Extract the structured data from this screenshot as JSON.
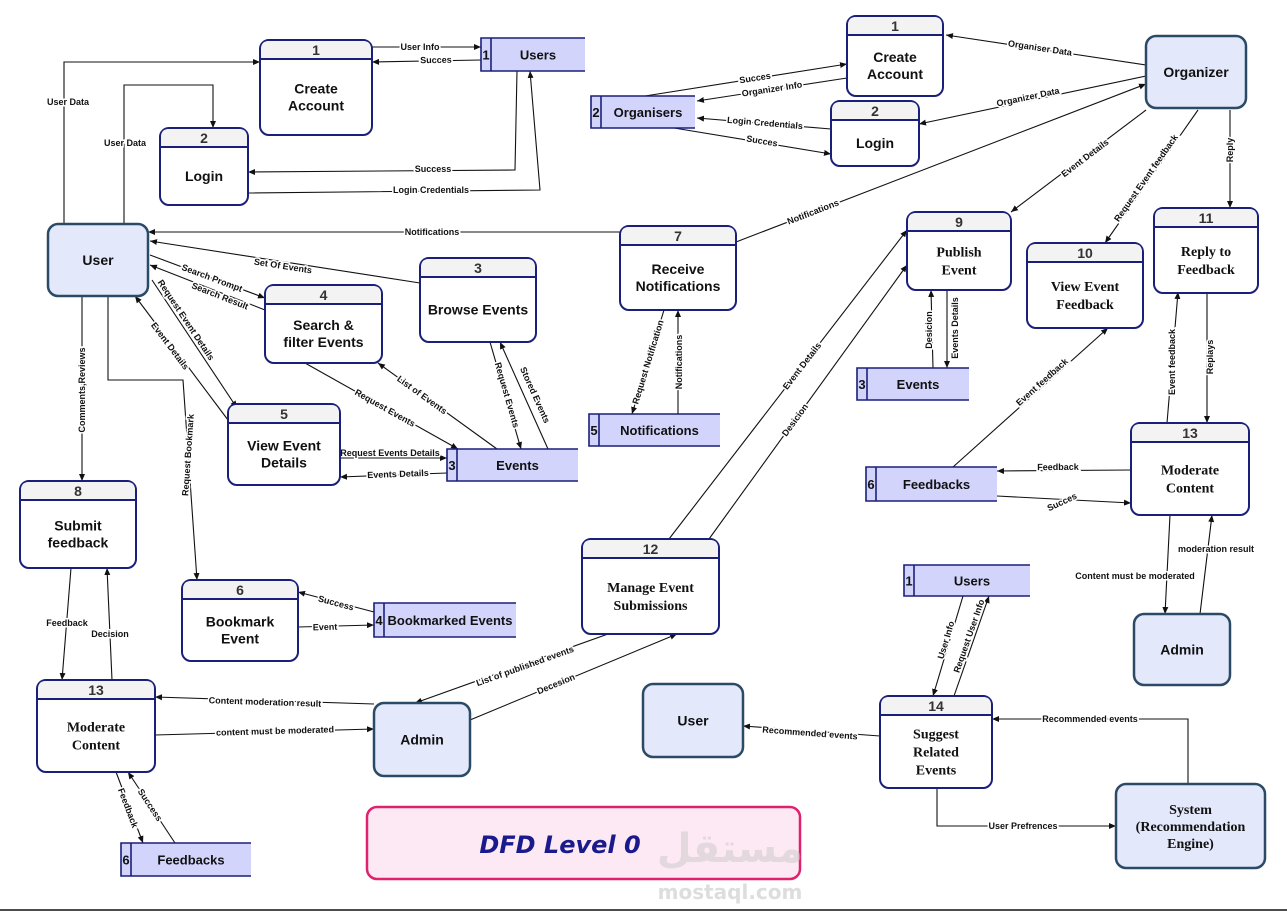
{
  "title": "DFD Level 0",
  "watermark": {
    "arabic": "مستقل",
    "latin": "mostaql.com"
  },
  "colors": {
    "process_border": "#1a1f7a",
    "entity_fill": "#e3e8fb",
    "entity_border": "#2b4a66",
    "store_fill": "#d2d4fb",
    "title_border": "#e0226e",
    "title_fill": "#fde9f3",
    "title_text": "#1a1a8c"
  },
  "processes": [
    {
      "id": "p1a",
      "number": "1",
      "lines": [
        "Create",
        "Account"
      ]
    },
    {
      "id": "p2a",
      "number": "2",
      "lines": [
        "Login"
      ]
    },
    {
      "id": "p3",
      "number": "3",
      "lines": [
        "Browse Events"
      ]
    },
    {
      "id": "p4",
      "number": "4",
      "lines": [
        "Search &",
        "filter Events"
      ]
    },
    {
      "id": "p5",
      "number": "5",
      "lines": [
        "View Event",
        "Details"
      ]
    },
    {
      "id": "p6",
      "number": "6",
      "lines": [
        "Bookmark",
        "Event"
      ]
    },
    {
      "id": "p7",
      "number": "7",
      "lines": [
        "Receive",
        "Notifications"
      ]
    },
    {
      "id": "p8",
      "number": "8",
      "lines": [
        "Submit",
        "feedback"
      ]
    },
    {
      "id": "p13a",
      "number": "13",
      "lines": [
        "Moderate",
        "Content"
      ]
    },
    {
      "id": "p12",
      "number": "12",
      "lines": [
        "Manage Event",
        "Submissions"
      ]
    },
    {
      "id": "p1b",
      "number": "1",
      "lines": [
        "Create",
        "Account"
      ]
    },
    {
      "id": "p2b",
      "number": "2",
      "lines": [
        "Login"
      ]
    },
    {
      "id": "p9",
      "number": "9",
      "lines": [
        "Publish",
        "Event"
      ]
    },
    {
      "id": "p10",
      "number": "10",
      "lines": [
        "View Event",
        "Feedback"
      ]
    },
    {
      "id": "p11",
      "number": "11",
      "lines": [
        "Reply to",
        "Feedback"
      ]
    },
    {
      "id": "p13b",
      "number": "13",
      "lines": [
        "Moderate",
        "Content"
      ]
    },
    {
      "id": "p14",
      "number": "14",
      "lines": [
        "Suggest",
        "Related",
        "Events"
      ]
    }
  ],
  "entities": [
    {
      "id": "user1",
      "lines": [
        "User"
      ]
    },
    {
      "id": "organizer",
      "lines": [
        "Organizer"
      ]
    },
    {
      "id": "admin1",
      "lines": [
        "Admin"
      ]
    },
    {
      "id": "admin2",
      "lines": [
        "Admin"
      ]
    },
    {
      "id": "user2",
      "lines": [
        "User"
      ]
    },
    {
      "id": "system",
      "lines": [
        "System",
        "(Recommendation",
        "Engine)"
      ]
    }
  ],
  "stores": [
    {
      "id": "s_users1",
      "number": "1",
      "label": "Users"
    },
    {
      "id": "s_organisers",
      "number": "2",
      "label": "Organisers"
    },
    {
      "id": "s_events1",
      "number": "3",
      "label": "Events"
    },
    {
      "id": "s_notifications",
      "number": "5",
      "label": "Notifications"
    },
    {
      "id": "s_events2",
      "number": "3",
      "label": "Events"
    },
    {
      "id": "s_feedbacks1",
      "number": "6",
      "label": "Feedbacks"
    },
    {
      "id": "s_bookmarked",
      "number": "4",
      "label": "Bookmarked Events"
    },
    {
      "id": "s_users2",
      "number": "1",
      "label": "Users"
    },
    {
      "id": "s_feedbacks2",
      "number": "6",
      "label": "Feedbacks"
    }
  ],
  "flows": [
    {
      "id": "f1",
      "label": "User Info"
    },
    {
      "id": "f2",
      "label": "Succes"
    },
    {
      "id": "f3",
      "label": "User Data"
    },
    {
      "id": "f4",
      "label": "User Data"
    },
    {
      "id": "f5",
      "label": "Success"
    },
    {
      "id": "f6",
      "label": "Login Credentials"
    },
    {
      "id": "f7",
      "label": "Notifications"
    },
    {
      "id": "f8",
      "label": "Set Of Events"
    },
    {
      "id": "f9",
      "label": "Search Prompt"
    },
    {
      "id": "f10",
      "label": "Search Result"
    },
    {
      "id": "f11",
      "label": "Request Event Details"
    },
    {
      "id": "f12",
      "label": "Event Details"
    },
    {
      "id": "f13",
      "label": "Comments,Reviews"
    },
    {
      "id": "f14",
      "label": "Request Bookmark"
    },
    {
      "id": "f15",
      "label": "Request Events"
    },
    {
      "id": "f16",
      "label": "List of Events"
    },
    {
      "id": "f17",
      "label": "Request Events"
    },
    {
      "id": "f18",
      "label": "Stored Events"
    },
    {
      "id": "f19",
      "label": "Request Events Details"
    },
    {
      "id": "f20",
      "label": "Events Details"
    },
    {
      "id": "f21",
      "label": "Feedback"
    },
    {
      "id": "f22",
      "label": "Decision"
    },
    {
      "id": "f23",
      "label": "Success"
    },
    {
      "id": "f24",
      "label": "Event"
    },
    {
      "id": "f25",
      "label": "Content moderation result"
    },
    {
      "id": "f26",
      "label": "content must be moderated"
    },
    {
      "id": "f27",
      "label": "Feedback"
    },
    {
      "id": "f28",
      "label": "Success"
    },
    {
      "id": "f29",
      "label": "List of published events"
    },
    {
      "id": "f30",
      "label": "Decesion"
    },
    {
      "id": "f31",
      "label": "Succes"
    },
    {
      "id": "f32",
      "label": "Organizer Info"
    },
    {
      "id": "f33",
      "label": "Login Credentials"
    },
    {
      "id": "f34",
      "label": "Succes"
    },
    {
      "id": "f35",
      "label": "Organiser Data"
    },
    {
      "id": "f36",
      "label": "Organizer Data"
    },
    {
      "id": "f37",
      "label": "Notifications"
    },
    {
      "id": "f38",
      "label": "Event Details"
    },
    {
      "id": "f39",
      "label": "Request Event feedback"
    },
    {
      "id": "f40",
      "label": "Reply"
    },
    {
      "id": "f41",
      "label": "Event Details"
    },
    {
      "id": "f42",
      "label": "Desicion"
    },
    {
      "id": "f43",
      "label": "Desicion"
    },
    {
      "id": "f44",
      "label": "Events Details"
    },
    {
      "id": "f45",
      "label": "Request Notification"
    },
    {
      "id": "f46",
      "label": "Notifications"
    },
    {
      "id": "f47",
      "label": "Event feedback"
    },
    {
      "id": "f48",
      "label": "Event feedback"
    },
    {
      "id": "f49",
      "label": "Replays"
    },
    {
      "id": "f50",
      "label": "Feedback"
    },
    {
      "id": "f51",
      "label": "Succes"
    },
    {
      "id": "f52",
      "label": "Content must be moderated"
    },
    {
      "id": "f53",
      "label": "moderation result"
    },
    {
      "id": "f54",
      "label": "User Info"
    },
    {
      "id": "f55",
      "label": "Request User Info"
    },
    {
      "id": "f56",
      "label": "Recommended events"
    },
    {
      "id": "f57",
      "label": "Recommended events"
    },
    {
      "id": "f58",
      "label": "User Prefrences"
    }
  ]
}
